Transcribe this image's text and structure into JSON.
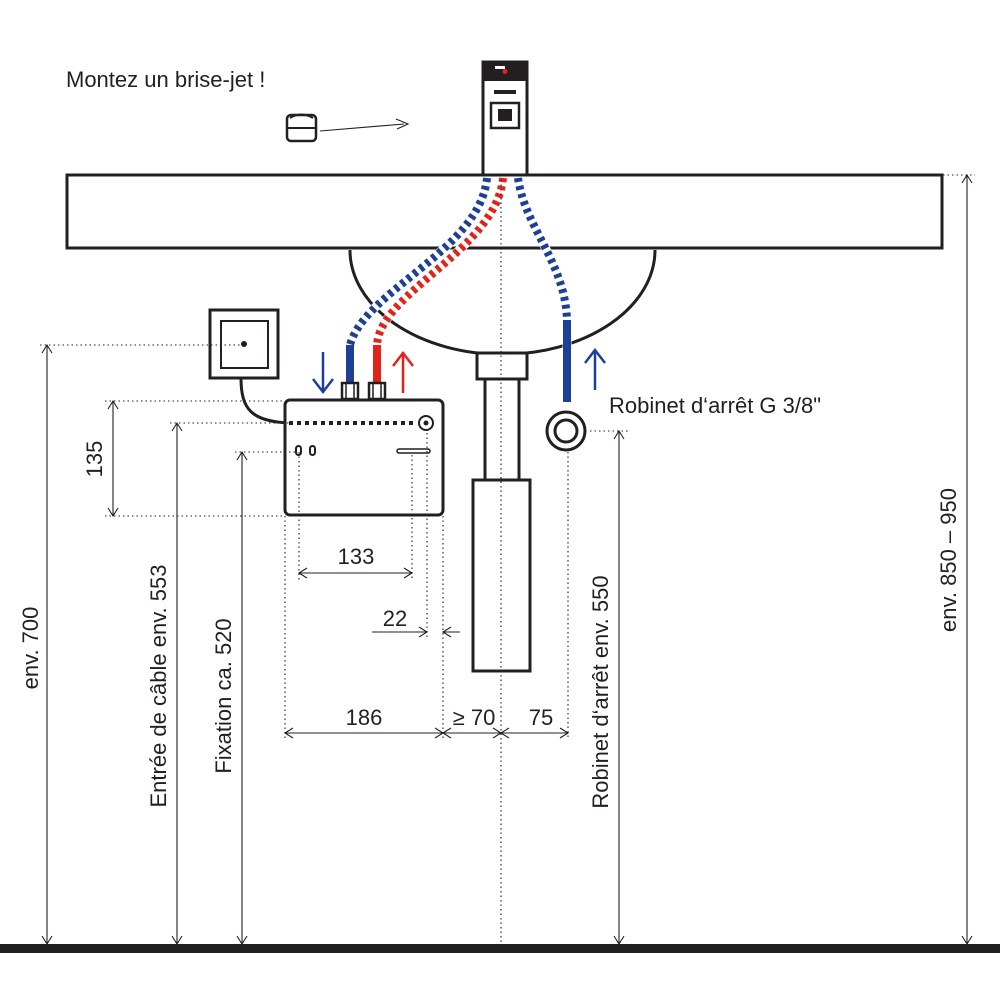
{
  "notes": {
    "aerator": "Montez un brise-jet !",
    "valve": "Robinet d‘arrêt G 3/8\""
  },
  "dimensions": {
    "h_135": "135",
    "h_133": "133",
    "h_22": "22",
    "h_186": "186",
    "h_70": "≥ 70",
    "h_75": "75",
    "v_700": "env. 700",
    "v_553": "Entrée de câble env. 553",
    "v_520": "Fixation ca. 520",
    "v_550": "Robinet d‘arrêt env. 550",
    "v_850": "env. 850 – 950"
  },
  "colors": {
    "hot": "#e2231a",
    "cold": "#1d3f95",
    "line": "#231f20"
  }
}
